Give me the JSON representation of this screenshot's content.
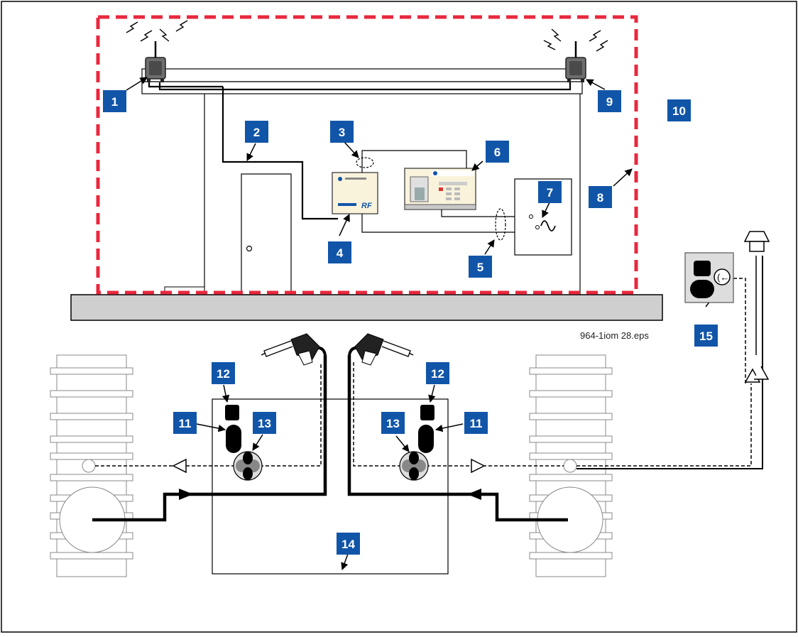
{
  "colors": {
    "callout": "#1155a8",
    "boundary": "#e8283e",
    "slab": "#cfcfcf",
    "equipment": "#faf3dc",
    "signal": "#000000"
  },
  "figure": {
    "filename": "964-1iom 28.eps"
  },
  "callouts": [
    {
      "id": "1",
      "label": "1"
    },
    {
      "id": "2",
      "label": "2"
    },
    {
      "id": "3",
      "label": "3"
    },
    {
      "id": "4",
      "label": "4"
    },
    {
      "id": "5",
      "label": "5"
    },
    {
      "id": "6",
      "label": "6"
    },
    {
      "id": "7",
      "label": "7"
    },
    {
      "id": "8",
      "label": "8"
    },
    {
      "id": "9",
      "label": "9"
    },
    {
      "id": "10",
      "label": "10"
    },
    {
      "id": "11a",
      "label": "11"
    },
    {
      "id": "11b",
      "label": "11"
    },
    {
      "id": "12a",
      "label": "12"
    },
    {
      "id": "12b",
      "label": "12"
    },
    {
      "id": "13a",
      "label": "13"
    },
    {
      "id": "13b",
      "label": "13"
    },
    {
      "id": "14",
      "label": "14"
    },
    {
      "id": "15",
      "label": "15"
    }
  ],
  "icons": {
    "antenna": "antenna-radio-icon",
    "ac_power": "ac-sine-icon",
    "nozzle": "fuel-nozzle-icon",
    "meter": "flow-meter-icon",
    "transmitter": "wireless-transmitter-icon",
    "vent": "vent-cap-icon"
  }
}
